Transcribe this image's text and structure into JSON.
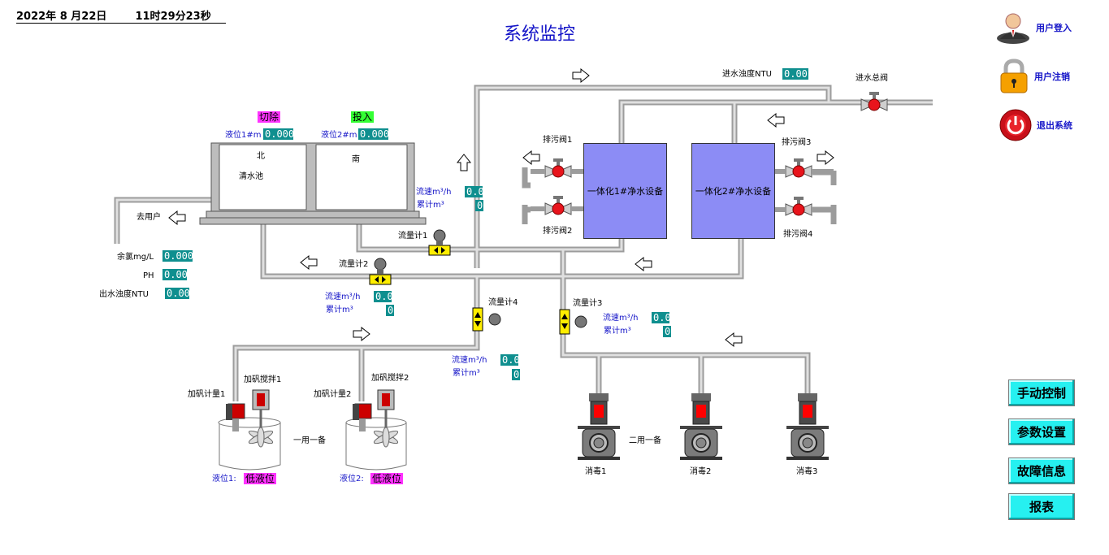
{
  "header": {
    "date": "2022年 8 月22日",
    "time": "11时29分23秒",
    "title": "系统监控"
  },
  "side_buttons": {
    "login": "用户登入",
    "logout": "用户注销",
    "exit": "退出系统"
  },
  "menu_buttons": {
    "manual": "手动控制",
    "params": "参数设置",
    "fault": "故障信息",
    "report": "报表"
  },
  "inlet": {
    "turbidity_label": "进水浊度NTU",
    "turbidity_value": "0.00",
    "main_valve_label": "进水总阀"
  },
  "equipment": {
    "unit1": "一体化1#净水设备",
    "unit2": "一体化2#净水设备"
  },
  "drain_valves": {
    "v1": "排污阀1",
    "v2": "排污阀2",
    "v3": "排污阀3",
    "v4": "排污阀4"
  },
  "tanks": {
    "cut_tag": "切除",
    "on_tag": "投入",
    "level1_label": "液位1#m",
    "level1_value": "0.000",
    "level2_label": "液位2#m",
    "level2_value": "0.000",
    "north": "北",
    "south": "南",
    "pool": "清水池"
  },
  "outlet": {
    "to_user": "去用户",
    "chlorine_label": "余氯mg/L",
    "chlorine_value": "0.000",
    "ph_label": "PH",
    "ph_value": "0.00",
    "turbidity_label": "出水浊度NTU",
    "turbidity_value": "0.00"
  },
  "flowmeters": {
    "fm1": {
      "label": "流量计1",
      "rate_label": "流速m³/h",
      "rate": "0.0",
      "total_label": "累计m³",
      "total": "0"
    },
    "fm2": {
      "label": "流量计2",
      "rate_label": "流速m³/h",
      "rate": "0.0",
      "total_label": "累计m³",
      "total": "0"
    },
    "fm3": {
      "label": "流量计3",
      "rate_label": "流速m³/h",
      "rate": "0.0",
      "total_label": "累计m³",
      "total": "0"
    },
    "fm4": {
      "label": "流量计4",
      "rate_label": "流速m³/h",
      "rate": "0.0",
      "total_label": "累计m³",
      "total": "0"
    }
  },
  "dosing": {
    "meter1": "加矾计量1",
    "mixer1": "加矾搅拌1",
    "meter2": "加矾计量2",
    "mixer2": "加矾搅拌2",
    "standby": "一用一备",
    "level1_label": "液位1:",
    "level1_state": "低液位",
    "level2_label": "液位2:",
    "level2_state": "低液位"
  },
  "disinfection": {
    "standby": "二用一备",
    "d1": "消毒1",
    "d2": "消毒2",
    "d3": "消毒3"
  },
  "colors": {
    "pipe": "#bdbdbd",
    "equipment": "#8c8cf5",
    "value_bg": "#0f8f8f",
    "menu_button": "#26f0f0",
    "valve": "#e8141c",
    "text_blue": "#1515c8"
  }
}
